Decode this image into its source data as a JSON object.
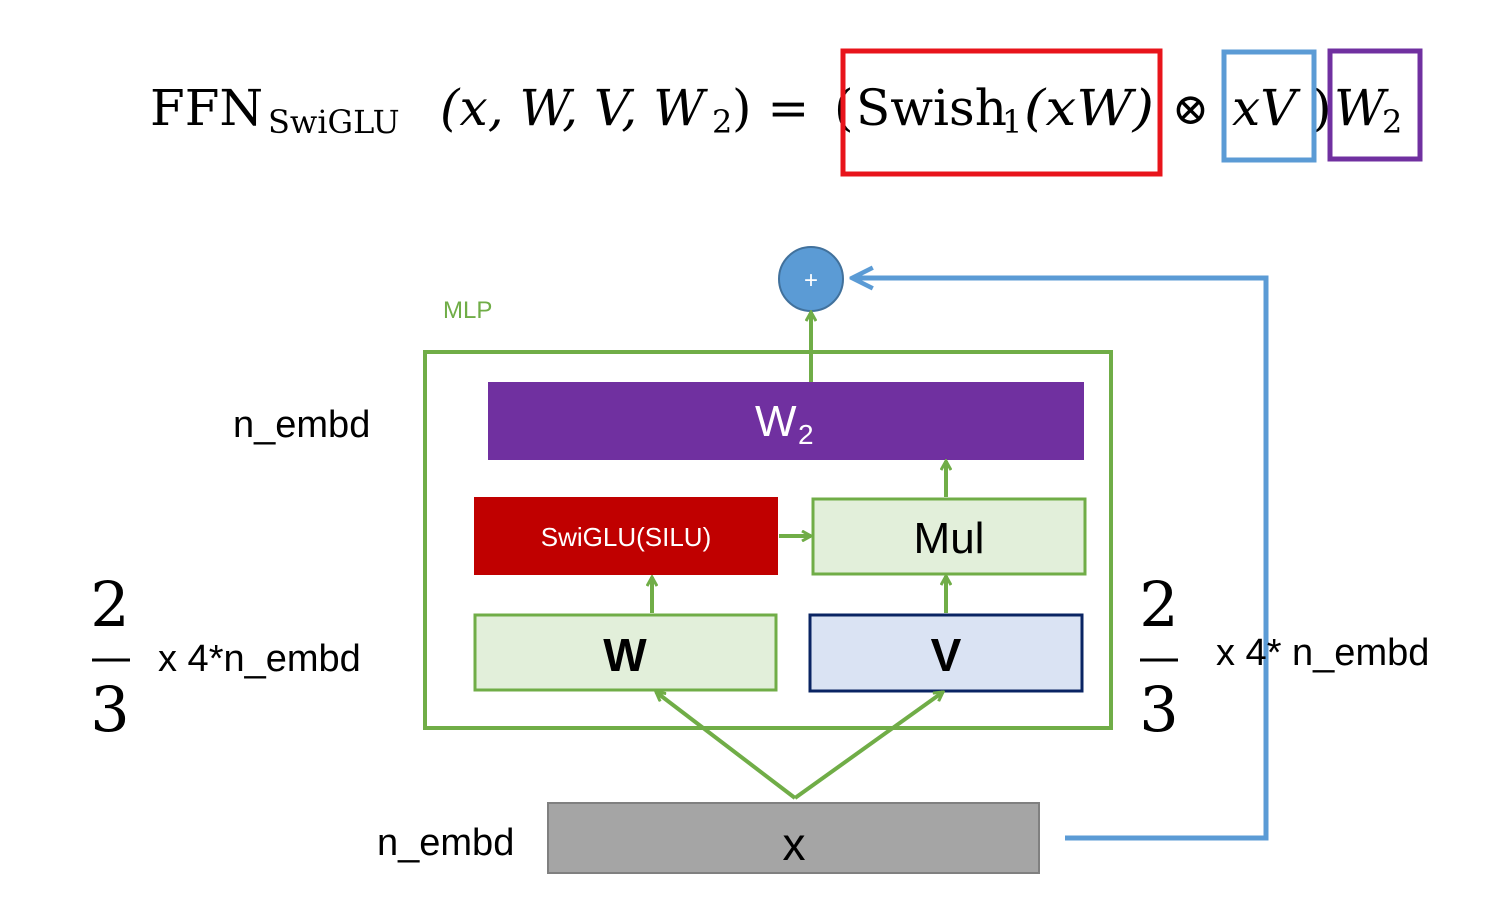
{
  "formula": {
    "ffn": "FFN",
    "sub": "SwiGLU",
    "args": "(x, W, V, W",
    "args_sub": "2",
    "args_close": ") =",
    "open_paren": "(",
    "swish": "Swish",
    "swish_sub": "1",
    "swish_arg": "(xW)",
    "otimes": "⊗",
    "xv": "xV",
    "close_paren": ")",
    "w2": "W",
    "w2_sub": "2"
  },
  "diagram": {
    "mlp_label": "MLP",
    "plus_label": "+",
    "w2_label": "W",
    "w2_sub": "2",
    "swiglu_label": "SwiGLU(SILU)",
    "mul_label": "Mul",
    "w_label": "W",
    "v_label": "V",
    "x_label": "x",
    "n_embd_top": "n_embd",
    "n_embd_bottom": "n_embd",
    "left_frac_num": "2",
    "left_frac_den": "3",
    "left_mult": "x 4*n_embd",
    "right_frac_num": "2",
    "right_frac_den": "3",
    "right_mult": "x 4* n_embd"
  },
  "colors": {
    "red": "#e8141b",
    "blue": "#5b9bd5",
    "purple": "#7030a0",
    "green": "#70ad47",
    "swiglu_red": "#c00000",
    "light_green": "#e2efda",
    "light_blue": "#dae3f3",
    "navy": "#0a2463",
    "gray": "#a5a5a5"
  }
}
